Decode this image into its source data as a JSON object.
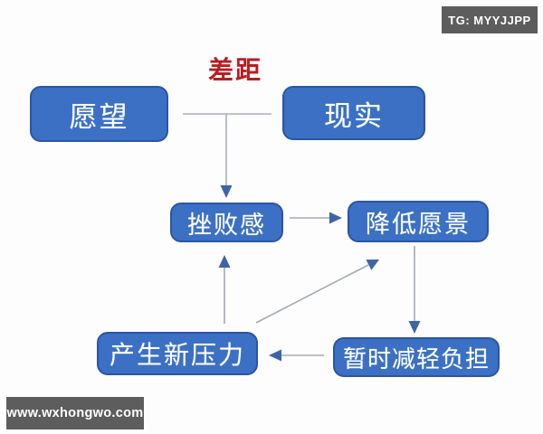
{
  "watermarks": {
    "tg_badge": "TG: MYYJJPP",
    "site_badge": "www.wxhongwo.com"
  },
  "diagram": {
    "title": {
      "text": "差距",
      "color": "#b81e22"
    },
    "nodes": [
      {
        "id": "wish",
        "label": "愿望"
      },
      {
        "id": "reality",
        "label": "现实"
      },
      {
        "id": "frustration",
        "label": "挫败感"
      },
      {
        "id": "lower-vision",
        "label": "降低愿景"
      },
      {
        "id": "new-pressure",
        "label": "产生新压力"
      },
      {
        "id": "temporary-relief",
        "label": "暂时减轻负担"
      }
    ],
    "edges": [
      {
        "from": "愿望/现实(差距)",
        "to": "挫败感"
      },
      {
        "from": "挫败感",
        "to": "降低愿景"
      },
      {
        "from": "产生新压力",
        "to": "挫败感"
      },
      {
        "from": "产生新压力",
        "to": "降低愿景"
      },
      {
        "from": "降低愿景",
        "to": "暂时减轻负担"
      },
      {
        "from": "暂时减轻负担",
        "to": "产生新压力"
      }
    ],
    "colors": {
      "node_fill": "#3b70c4",
      "node_border": "#2b55a3",
      "node_text": "#ffffff",
      "arrow_line": "#a3aab6",
      "arrow_head": "#3e63a8",
      "badge_bg": "#5d5d5d",
      "badge_text": "#ffffff",
      "background": "#fdfdfd"
    }
  }
}
